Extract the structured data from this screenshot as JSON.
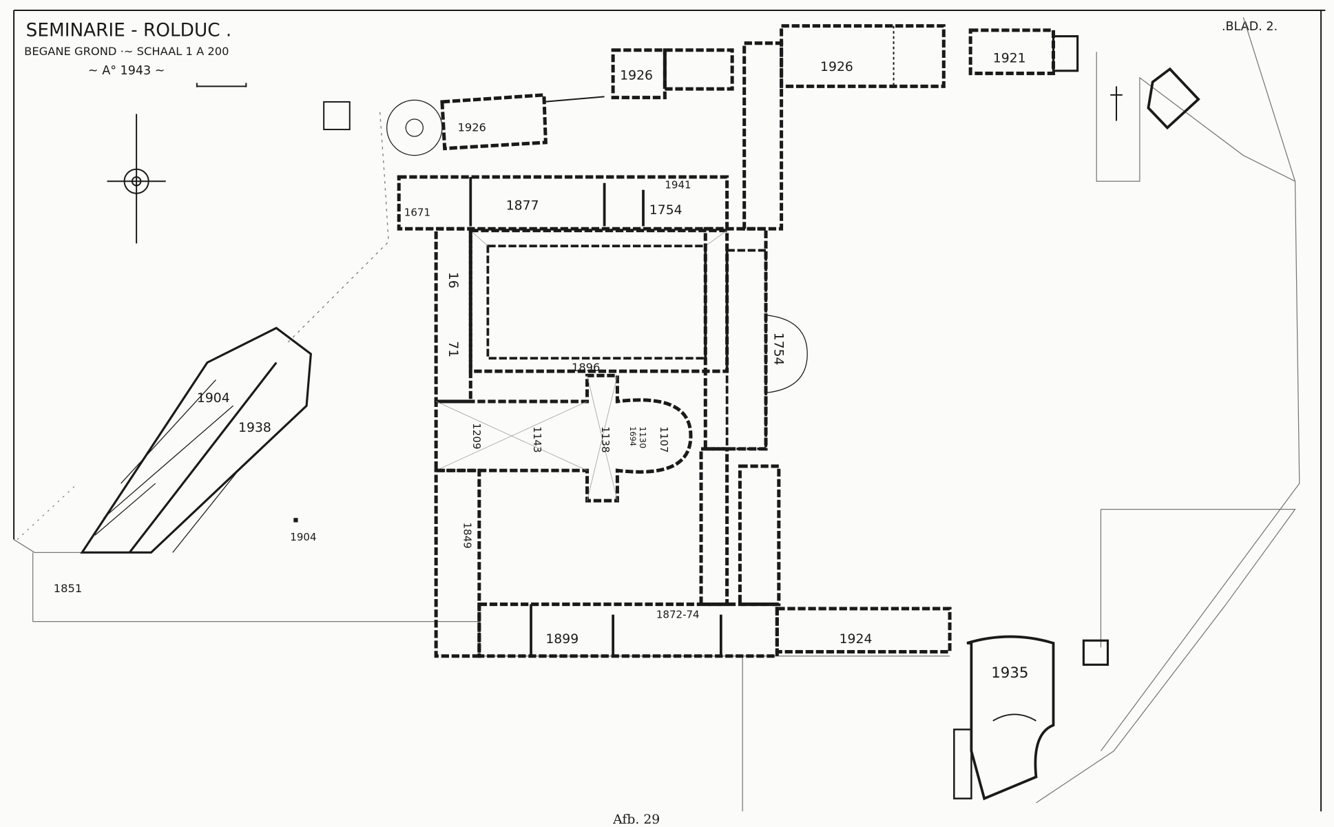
{
  "title": {
    "main": "SEMINARIE - ROLDUC .",
    "sub": "BEGANE GROND ·~   SCHAAL 1 A 200",
    "year": "~ A° 1943 ~"
  },
  "sheet": ".BLAD. 2.",
  "caption": "Afb. 29",
  "labels": {
    "north_wing_a": "1926",
    "north_wing_b": "1926",
    "north_wing_c": "1926",
    "north_east": "1921",
    "corridor_1941": "1941",
    "hall_1877": "1877",
    "wing_1754_n": "1754",
    "wing_1671": "1671",
    "west_16": "16",
    "west_71": "71",
    "east_1754": "1754",
    "cloister_1896": "1896",
    "nave_1209": "1209",
    "nave_1143": "1143",
    "crossing_1138": "1138",
    "choir_1130": "1130",
    "choir_1694": "1694",
    "apse_1107": "1107",
    "west_block_1904": "1904",
    "west_block_1938": "1938",
    "garden_1904": "1904",
    "west_1851": "1851",
    "west_1849": "1849",
    "south_1899": "1899",
    "south_1872": "1872-74",
    "south_1924": "1924",
    "theatre_1935": "1935"
  }
}
